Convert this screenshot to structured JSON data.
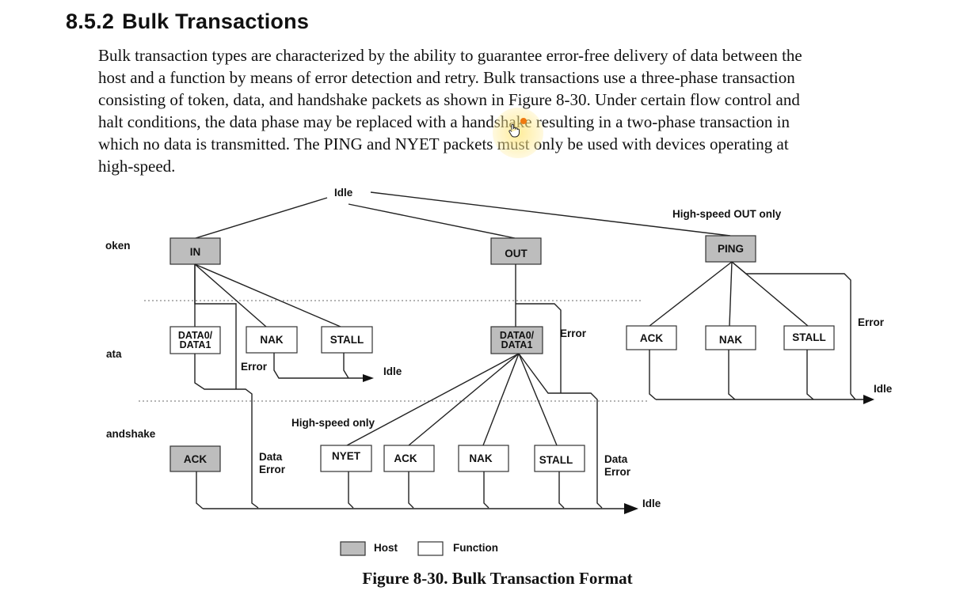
{
  "section": {
    "number": "8.5.2",
    "title": "Bulk Transactions"
  },
  "paragraph": {
    "lines": [
      "Bulk transaction types are characterized by the ability to guarantee error-free delivery of data between the",
      "host and a function by means of error detection and retry.  Bulk transactions use a three-phase transaction",
      "consisting of token, data, and handshake packets as shown in Figure 8-30.  Under certain flow control and",
      "halt conditions, the data phase may be replaced with a handshake resulting in a two-phase transaction in",
      "which no data is transmitted.  The PING and NYET packets must only be used with devices operating at",
      "high-speed."
    ]
  },
  "figure": {
    "caption": "Figure 8-30.  Bulk Transaction Format",
    "phases": {
      "token": "oken",
      "data": "ata",
      "handshake": "andshake"
    },
    "labels": {
      "idle": "Idle",
      "error": "Error",
      "data_error_1": "Data",
      "data_error_2": "Error",
      "high_speed_only": "High-speed only",
      "high_speed_out_only": "High-speed OUT only"
    },
    "boxes": {
      "in": "IN",
      "out": "OUT",
      "ping": "PING",
      "data0": "DATA0/",
      "data1": "DATA1",
      "nak": "NAK",
      "stall": "STALL",
      "ack": "ACK",
      "nyet": "NYET"
    },
    "legend": {
      "host": "Host",
      "function": "Function"
    },
    "colors": {
      "host_fill": "#bdbdbd",
      "function_fill": "#ffffff"
    }
  }
}
